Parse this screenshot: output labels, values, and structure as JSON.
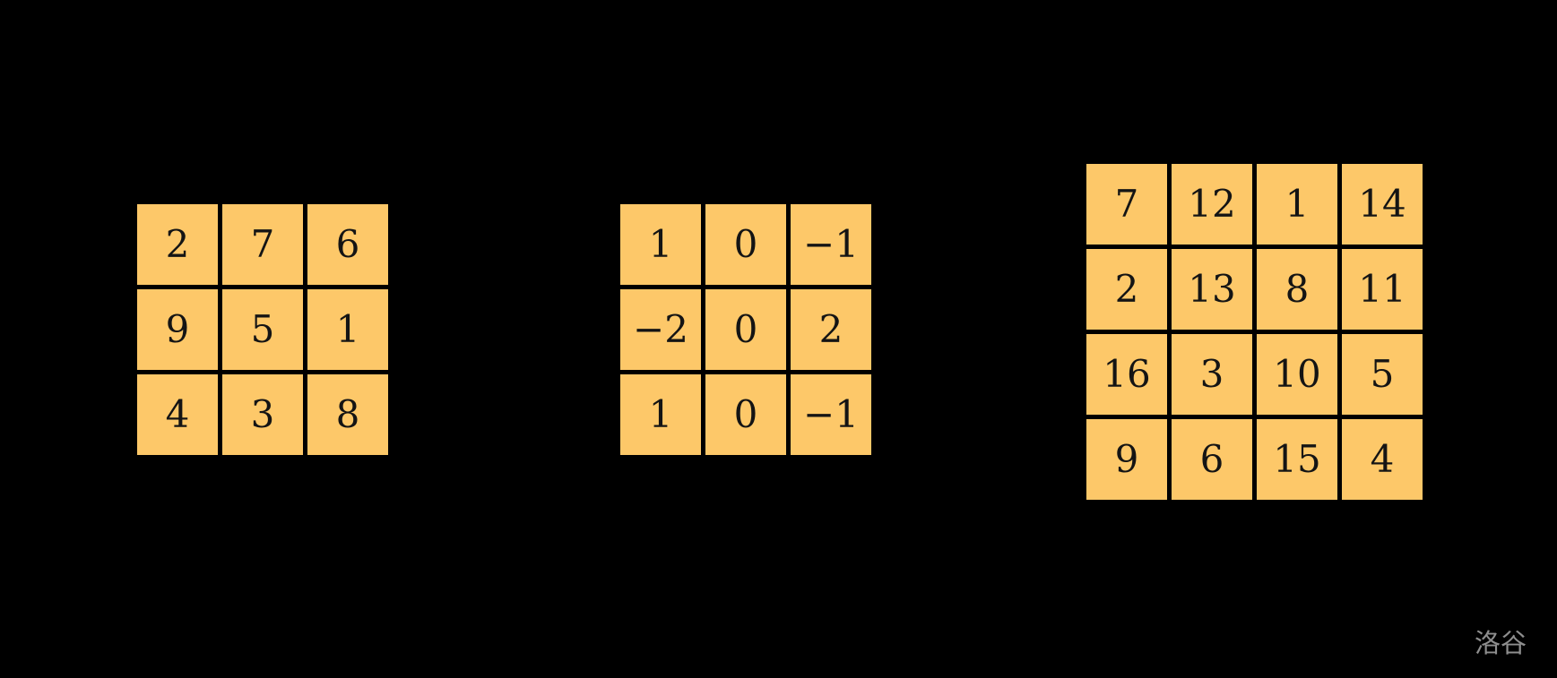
{
  "canvas": {
    "background_color": "#000000"
  },
  "style": {
    "cell_color": "#fdc869",
    "number_color": "#141414"
  },
  "watermark": {
    "text": "洛谷",
    "color": "#8e8e8e"
  },
  "figures": [
    {
      "name": "magic-square-3x3",
      "type": "table",
      "rows": 3,
      "cols": 3,
      "values": [
        [
          "2",
          "7",
          "6"
        ],
        [
          "9",
          "5",
          "1"
        ],
        [
          "4",
          "3",
          "8"
        ]
      ]
    },
    {
      "name": "zero-sum-matrix-3x3",
      "type": "table",
      "rows": 3,
      "cols": 3,
      "values": [
        [
          "1",
          "0",
          "−1"
        ],
        [
          "−2",
          "0",
          "2"
        ],
        [
          "1",
          "0",
          "−1"
        ]
      ]
    },
    {
      "name": "magic-square-4x4",
      "type": "table",
      "rows": 4,
      "cols": 4,
      "values": [
        [
          "7",
          "12",
          "1",
          "14"
        ],
        [
          "2",
          "13",
          "8",
          "11"
        ],
        [
          "16",
          "3",
          "10",
          "5"
        ],
        [
          "9",
          "6",
          "15",
          "4"
        ]
      ]
    }
  ]
}
